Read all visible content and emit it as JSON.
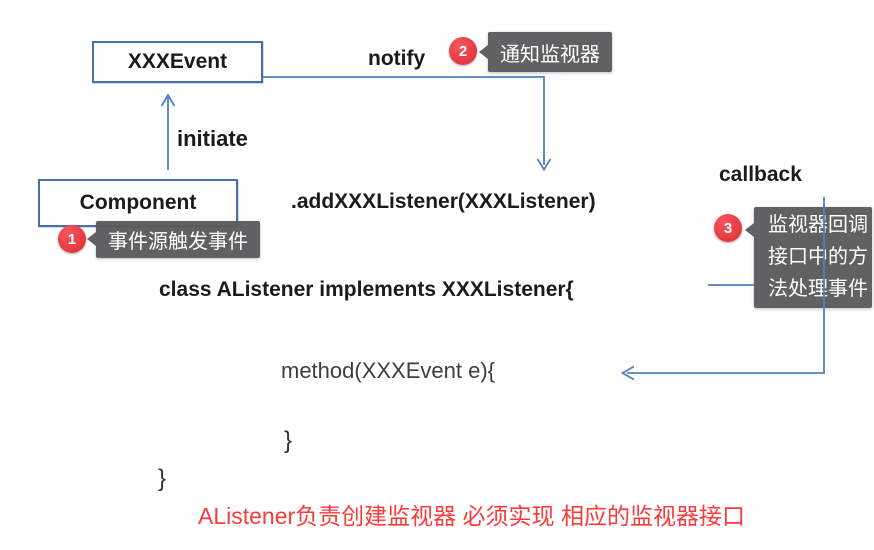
{
  "diagram_title": "event listener pattern flow",
  "boxes": {
    "event": {
      "label": "XXXEvent"
    },
    "component": {
      "label": "Component"
    }
  },
  "labels": {
    "notify": "notify",
    "initiate": "initiate",
    "callback": "callback",
    "add_listener": ".addXXXListener(XXXListener)"
  },
  "code": {
    "class_line": "class AListener implements XXXListener{",
    "method_line": "method(XXXEvent e){",
    "inner_close_brace": "}",
    "outer_close_brace": "}"
  },
  "callouts": [
    {
      "number": "1",
      "text": "事件源触发事件"
    },
    {
      "number": "2",
      "text": "通知监视器"
    },
    {
      "number": "3",
      "text": "监视器回调接口中的方法处理事件"
    }
  ],
  "summary": "AListener负责创建监视器 必须实现 相应的监视器接口",
  "colors": {
    "arrow": "#4f81bd",
    "box_border": "#4a6fa5",
    "tooltip_bg": "#58595b",
    "tooltip_text": "#ffffff",
    "badge_bg": "#e23239",
    "badge_text": "#ffffff",
    "summary_red": "#fb3b3b",
    "text": "#1b1b1b"
  }
}
